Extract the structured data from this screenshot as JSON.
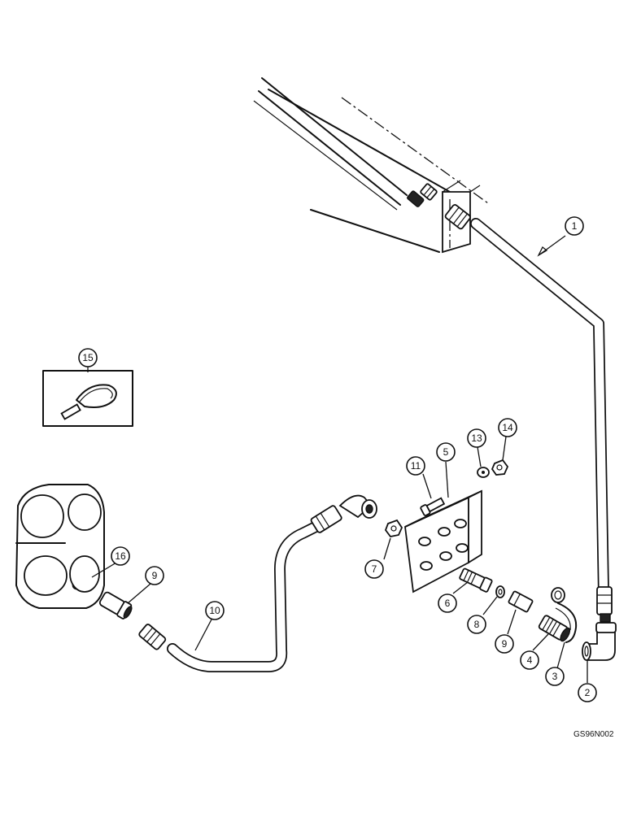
{
  "drawing_code": "GS96N002",
  "callouts": [
    {
      "id": "c1",
      "label": "1"
    },
    {
      "id": "c2",
      "label": "2"
    },
    {
      "id": "c3",
      "label": "3"
    },
    {
      "id": "c4",
      "label": "4"
    },
    {
      "id": "c5",
      "label": "5"
    },
    {
      "id": "c6",
      "label": "6"
    },
    {
      "id": "c7",
      "label": "7"
    },
    {
      "id": "c8",
      "label": "8"
    },
    {
      "id": "c9a",
      "label": "9"
    },
    {
      "id": "c9b",
      "label": "9"
    },
    {
      "id": "c10",
      "label": "10"
    },
    {
      "id": "c11",
      "label": "11"
    },
    {
      "id": "c13",
      "label": "13"
    },
    {
      "id": "c14",
      "label": "14"
    },
    {
      "id": "c15",
      "label": "15"
    },
    {
      "id": "c16",
      "label": "16"
    }
  ]
}
